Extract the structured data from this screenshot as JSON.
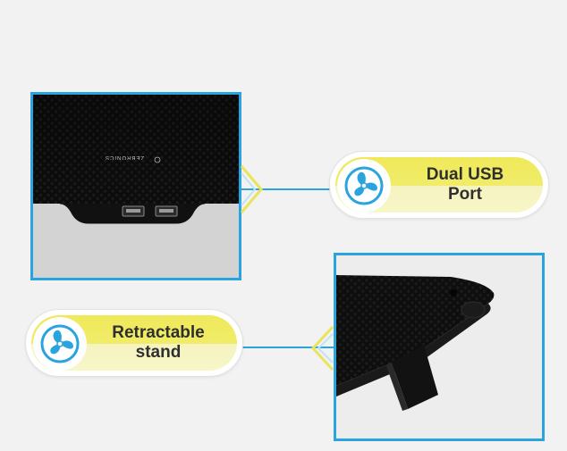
{
  "callouts": {
    "usb": {
      "label": "Dual USB\nPort",
      "icon": "fan-icon"
    },
    "stand": {
      "label": "Retractable\nstand",
      "icon": "fan-icon"
    }
  },
  "product": {
    "logo_text": "ZEBRONICS"
  },
  "colors": {
    "accent": "#2aa3df",
    "highlight_yellow": "#efe95a",
    "pale_yellow": "#f7f6c8",
    "background": "#f2f2f2",
    "text": "#2f2f2f"
  }
}
